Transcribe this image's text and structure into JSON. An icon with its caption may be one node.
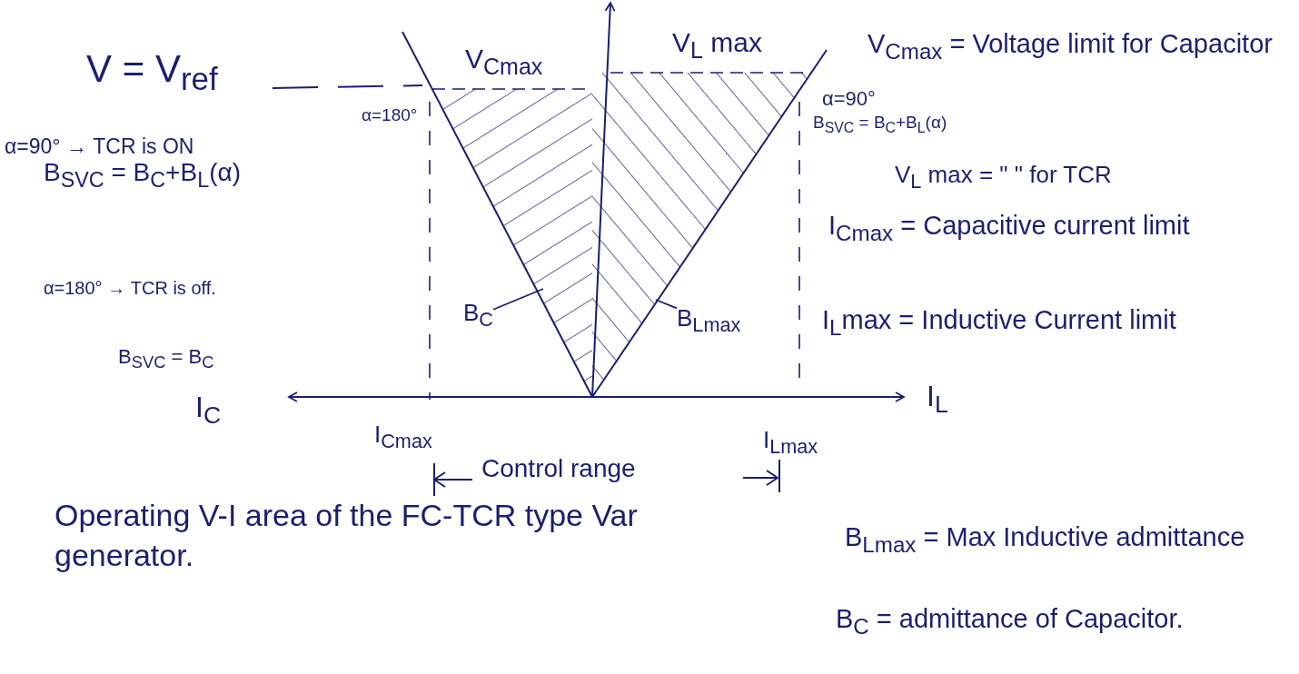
{
  "diagram": {
    "caption": "Operating V-I area of the FC-TCR type Var generator.",
    "nodes": [
      {
        "text": [
          "B$_{C}$"
        ]
      },
      {
        "text": [
          "B$_{Lmax}$"
        ]
      }
    ],
    "edges": [
      {
        "from": 0,
        "to": null,
        "arrow": "none"
      },
      {
        "from": 1,
        "to": null,
        "arrow": "none"
      }
    ],
    "labels": [
      "V = V$_{ref}$",
      "V$_{Cmax}$",
      "V$_{L}$ max",
      "α=180°",
      "α=90° → TCR is ON",
      "B$_{SVC}$ = B$_{C}$+B$_{L}$(α)",
      "α=180° → TCR is off.",
      "B$_{SVC}$ = B$_{C}$",
      "α=90°",
      "B$_{SVC}$ = B$_{C}$+B$_{L}$(α)",
      "I$_{C}$",
      "I$_{L}$",
      "I$_{Cmax}$",
      "I$_{Lmax}$",
      "Control range",
      "V$_{Cmax}$ = Voltage limit for Capacitor",
      "V$_{L}$ max = \" \" for TCR",
      "I$_{Cmax}$ = Capacitive current limit",
      "I$_{L}$max = Inductive Current limit",
      "B$_{Lmax}$ = Max Inductive admittance",
      "B$_{C}$ = admittance of Capacitor."
    ]
  }
}
